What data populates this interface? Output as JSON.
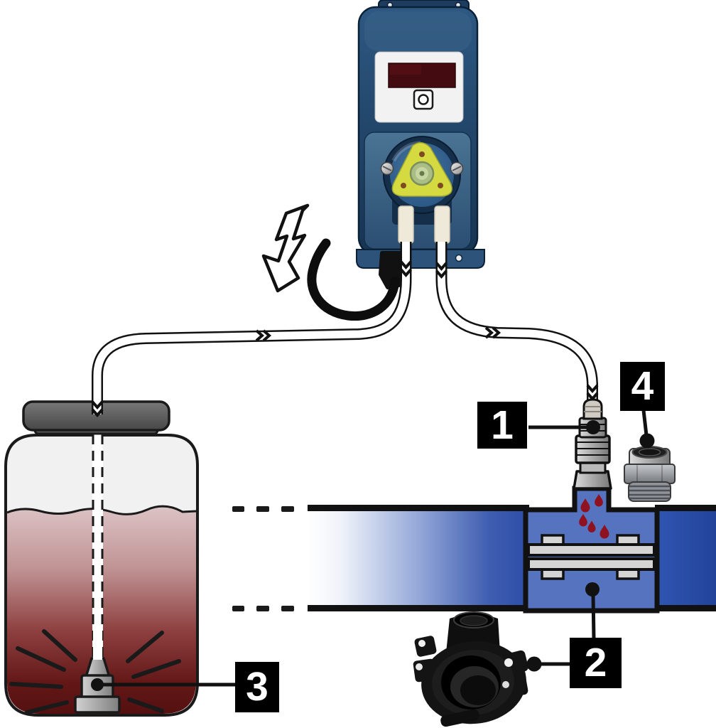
{
  "callouts": [
    {
      "number": "1",
      "target": "injection-valve"
    },
    {
      "number": "2",
      "target": "pipe-saddle-clamp"
    },
    {
      "number": "3",
      "target": "suction-foot-valve"
    },
    {
      "number": "4",
      "target": "adapter-fitting"
    }
  ],
  "icons": {
    "electricity": "lightning-arrow-icon",
    "tube_break": "double-chevron-icon",
    "drops": "liquid-drop-icon"
  },
  "colors": {
    "pump_body_blue": "#1d3c60",
    "pump_panel_blue": "#3b6488",
    "display_dark_red": "#440c10",
    "rotor_yellow": "#d6da41",
    "pipe_blue": "#2b4ba4",
    "saddle_blue": "#5673c0",
    "drop_red": "#8e1220",
    "chemical_light": "#dcc3c5",
    "chemical_dark": "#541010",
    "tube_white": "#ffffff",
    "cable_black": "#0d0d0d",
    "label_bg": "#000000",
    "label_fg": "#ffffff"
  }
}
